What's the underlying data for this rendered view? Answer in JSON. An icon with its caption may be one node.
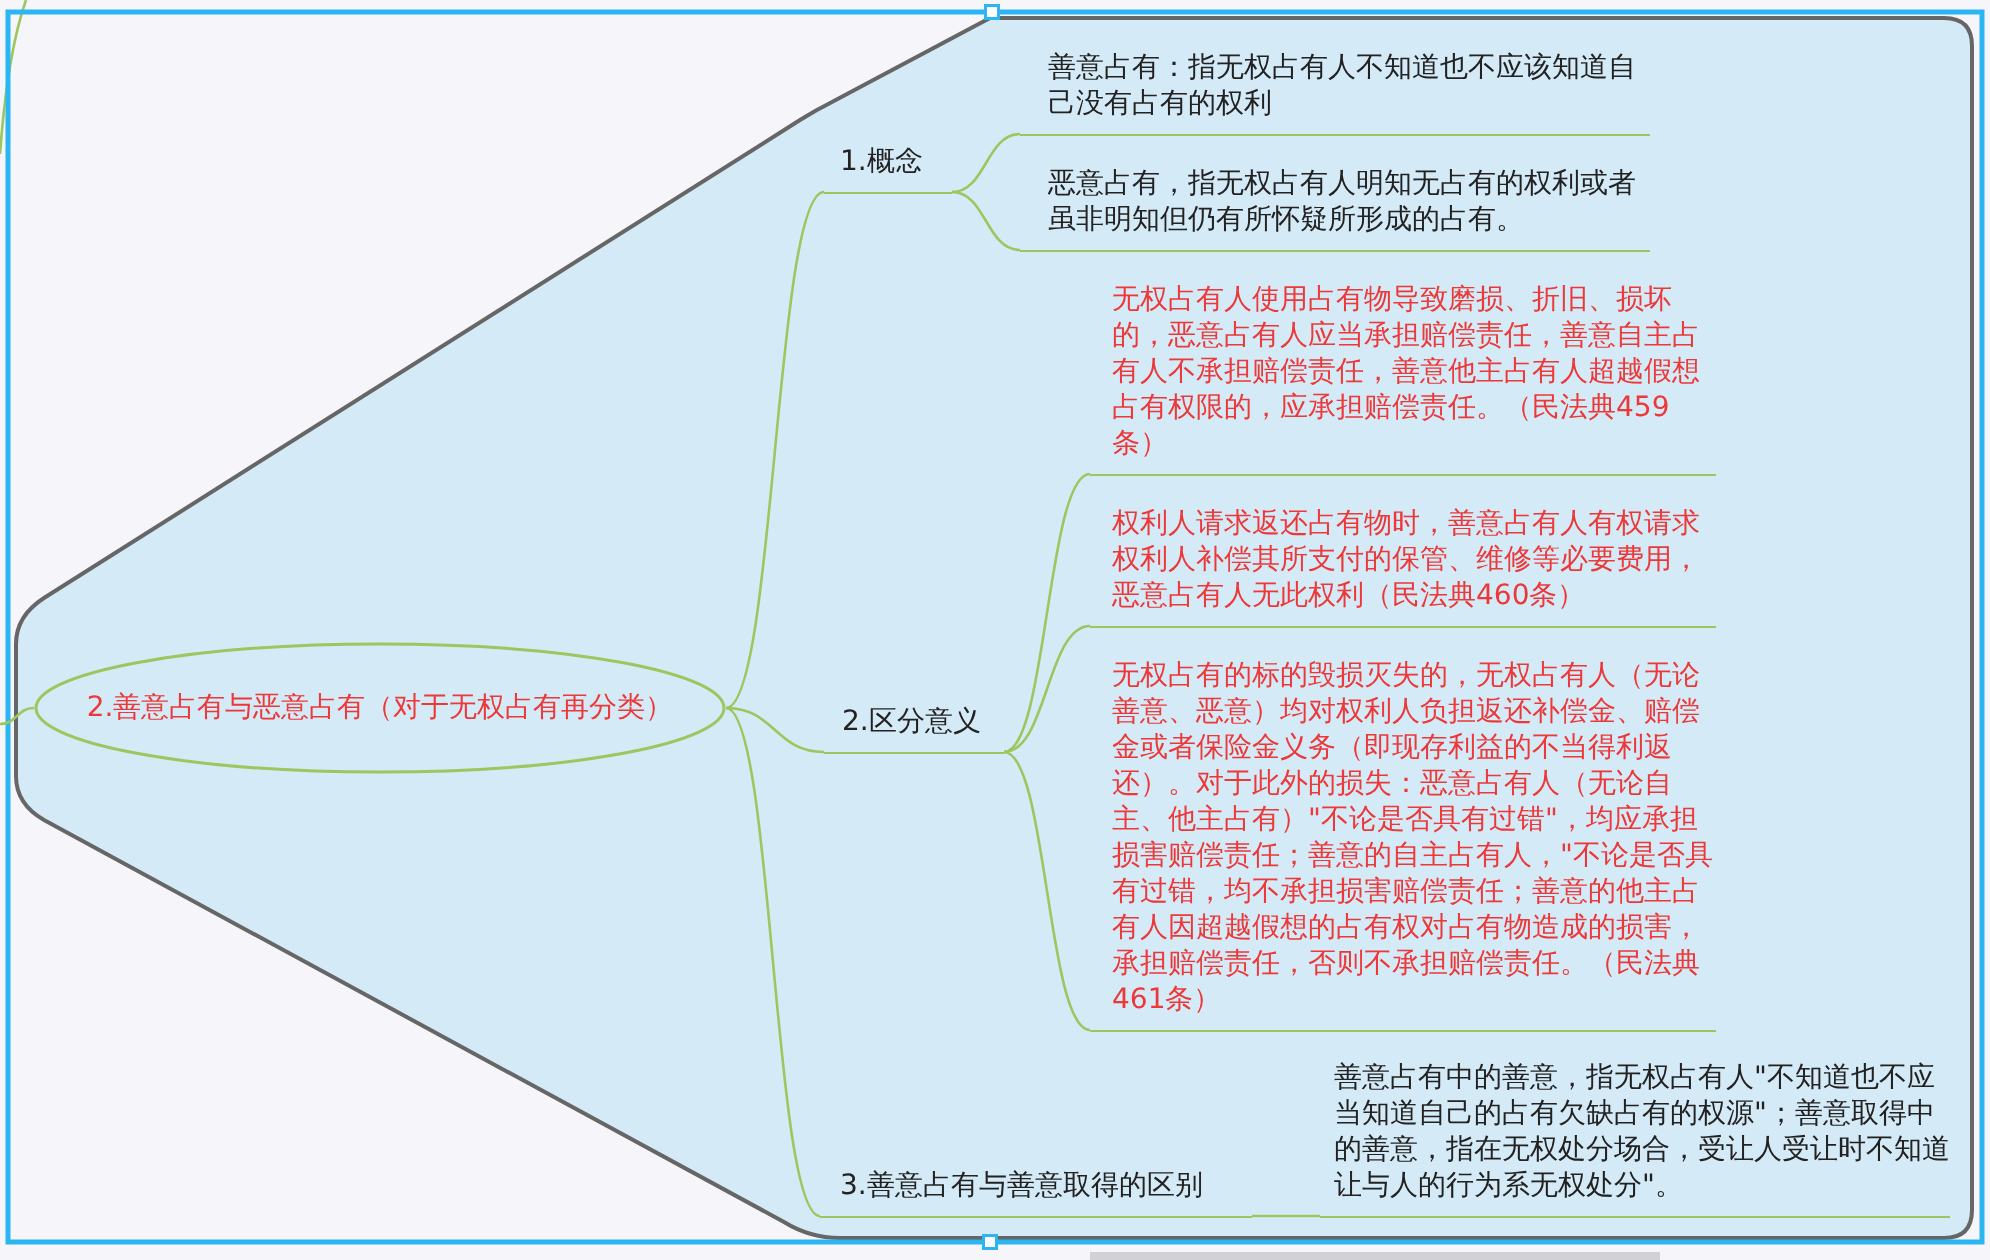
{
  "diagram": {
    "nodes": [
      {
        "text": [
          "2.善意占有与恶意占有（对于无权占有再分类）"
        ]
      },
      {
        "text": [
          "1.概念"
        ]
      },
      {
        "text": [
          "善意占有：指无权占有人不知道也不应该知道自己没有占有的权利"
        ]
      },
      {
        "text": [
          "恶意占有，指无权占有人明知无占有的权利或者虽非明知但仍有所怀疑所形成的占有。"
        ]
      },
      {
        "text": [
          "2.区分意义"
        ]
      },
      {
        "text": [
          "无权占有人使用占有物导致磨损、折旧、损坏的，恶意占有人应当承担赔偿责任，善意自主占有人不承担赔偿责任，善意他主占有人超越假想占有权限的，应承担赔偿责任。（民法典459条）"
        ]
      },
      {
        "text": [
          "权利人请求返还占有物时，善意占有人有权请求权利人补偿其所支付的保管、维修等必要费用，恶意占有人无此权利（民法典460条）"
        ]
      },
      {
        "text": [
          "无权占有的标的毁损灭失的，无权占有人（无论善意、恶意）均对权利人负担返还补偿金、赔偿金或者保险金义务（即现存利益的不当得利返还）。对于此外的损失：恶意占有人（无论自主、他主占有）\"不论是否具有过错\"，均应承担损害赔偿责任；善意的自主占有人，\"不论是否具有过错，均不承担损害赔偿责任；善意的他主占有人因超越假想的占有权对占有物造成的损害，承担赔偿责任，否则不承担赔偿责任。（民法典461条）"
        ]
      },
      {
        "text": [
          "3.善意占有与善意取得的区别"
        ]
      },
      {
        "text": [
          "善意占有中的善意，指无权占有人\"不知道也不应当知道自己的占有欠缺占有的权源\"；善意取得中的善意，指在无权处分场合，受让人受让时不知道让与人的行为系无权处分\"。"
        ]
      }
    ],
    "edges": [
      {
        "from": null,
        "to": 0,
        "arrow": "none"
      },
      {
        "from": 0,
        "to": 1,
        "arrow": "none"
      },
      {
        "from": 1,
        "to": 2,
        "arrow": "none"
      },
      {
        "from": 1,
        "to": 3,
        "arrow": "none"
      },
      {
        "from": 0,
        "to": 4,
        "arrow": "none"
      },
      {
        "from": 4,
        "to": 5,
        "arrow": "none"
      },
      {
        "from": 4,
        "to": 6,
        "arrow": "none"
      },
      {
        "from": 4,
        "to": 7,
        "arrow": "none"
      },
      {
        "from": 0,
        "to": 8,
        "arrow": "none"
      },
      {
        "from": 8,
        "to": 9,
        "arrow": "none"
      }
    ]
  }
}
